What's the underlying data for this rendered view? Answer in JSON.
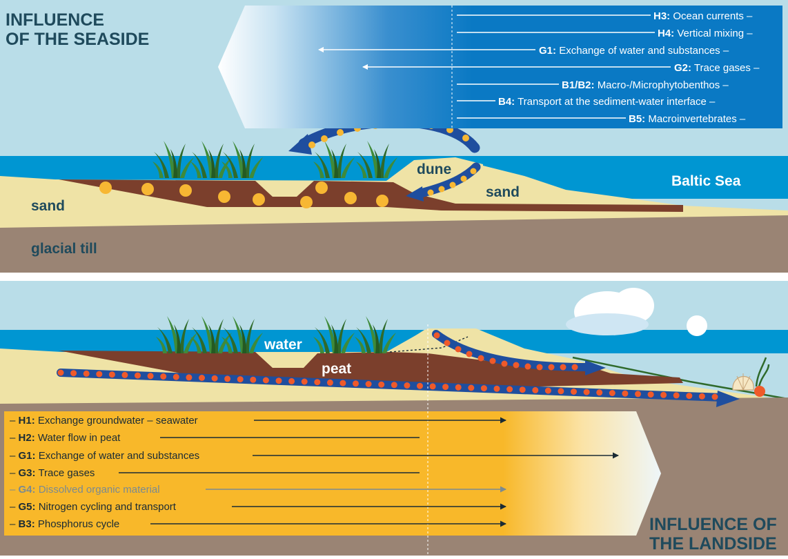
{
  "top": {
    "title_line1": "INFLUENCE",
    "title_line2": "OF THE SEASIDE",
    "labels": {
      "sand_left": "sand",
      "glacial_till": "glacial till",
      "dune": "dune",
      "sand_right": "sand",
      "baltic_sea": "Baltic Sea"
    },
    "flows": [
      {
        "code": "H3:",
        "text": "Ocean currents"
      },
      {
        "code": "H4:",
        "text": "Vertical mixing"
      },
      {
        "code": "G1:",
        "text": "Exchange of water and substances"
      },
      {
        "code": "G2:",
        "text": "Trace gases"
      },
      {
        "code": "B1/B2:",
        "text": "Macro-/Microphytobenthos"
      },
      {
        "code": "B4:",
        "text": "Transport at the sediment-water interface"
      },
      {
        "code": "B5:",
        "text": "Macroinvertebrates"
      }
    ]
  },
  "bottom": {
    "title_line1": "INFLUENCE OF",
    "title_line2": "THE LANDSIDE",
    "labels": {
      "water": "water",
      "peat": "peat"
    },
    "flows": [
      {
        "code": "H1:",
        "text": "Exchange groundwater – seawater"
      },
      {
        "code": "H2:",
        "text": "Water flow in peat"
      },
      {
        "code": "G1:",
        "text": "Exchange of water and substances"
      },
      {
        "code": "G3:",
        "text": "Trace gases"
      },
      {
        "code": "G4:",
        "text": "Dissolved organic material"
      },
      {
        "code": "G5:",
        "text": "Nitrogen cycling and transport"
      },
      {
        "code": "B3:",
        "text": "Phosphorus cycle"
      }
    ]
  },
  "colors": {
    "sky": "#b9dde8",
    "sea": "#0096d2",
    "sand": "#efe3a6",
    "till": "#9a8474",
    "peat": "#7b3f2c",
    "arrow_blue": "#1f4e9e",
    "dot_yellow": "#f7b733",
    "dot_orange": "#ef5a2a",
    "panel_orange": "#f8b82a",
    "title": "#1f4a5c"
  },
  "icons": [
    "reed-icon",
    "cloud-icon",
    "shell-icon",
    "coral-icon"
  ]
}
